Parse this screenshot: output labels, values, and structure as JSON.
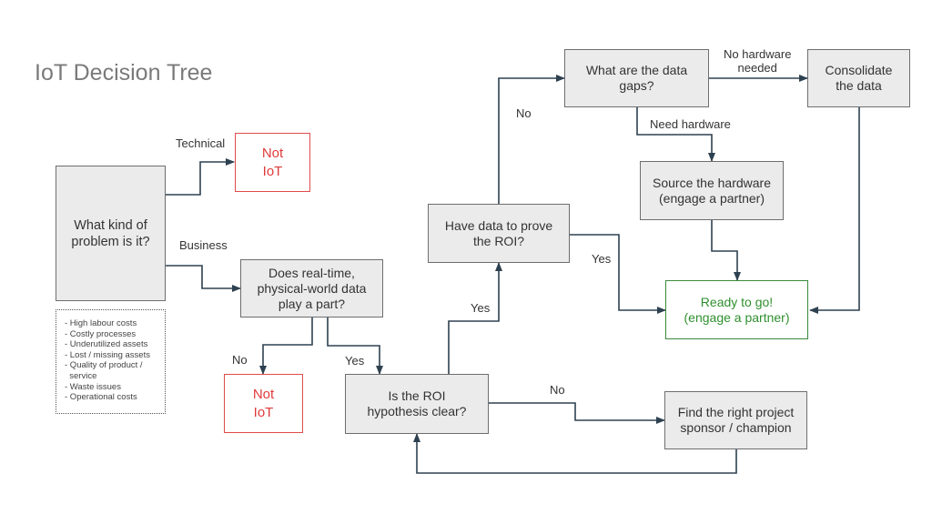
{
  "title": "IoT Decision Tree",
  "colors": {
    "box_fill": "#ebebeb",
    "box_border": "#6e6e6e",
    "not_iot_red": "#e03a3a",
    "ready_green": "#2f8f2f",
    "connector": "#2e4150"
  },
  "nodes": {
    "problem_kind": "What kind of\nproblem is it?",
    "not_iot_technical": "Not\nIoT",
    "realtime_data": "Does real-time,\nphysical-world data\nplay a part?",
    "not_iot_realtime": "Not\nIoT",
    "roi_hypothesis": "Is the ROI\nhypothesis clear?",
    "data_prove_roi": "Have data to prove\nthe ROI?",
    "data_gaps": "What are the data\ngaps?",
    "consolidate": "Consolidate\nthe data",
    "source_hardware": "Source the hardware\n(engage a partner)",
    "ready_to_go": "Ready to go!\n(engage a partner)",
    "find_sponsor": "Find the right project\nsponsor / champion"
  },
  "edge_labels": {
    "technical": "Technical",
    "business": "Business",
    "no_realtime": "No",
    "yes_realtime": "Yes",
    "yes_roi": "Yes",
    "no_roi": "No",
    "no_data": "No",
    "yes_data": "Yes",
    "no_hardware": "No hardware\nneeded",
    "need_hardware": "Need hardware"
  },
  "problem_list": [
    "- High labour costs",
    "- Costly processes",
    "- Underutilized assets",
    "- Lost / missing assets",
    "- Quality of product /",
    "  service",
    "- Waste issues",
    "- Operational costs"
  ]
}
